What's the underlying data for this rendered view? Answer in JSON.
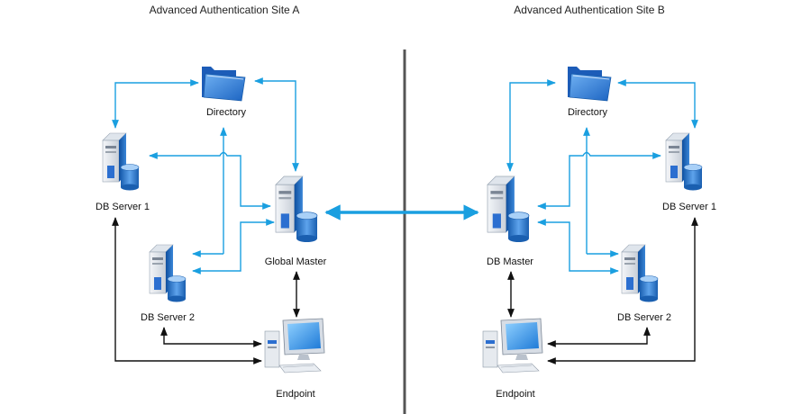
{
  "sites": [
    {
      "title": "Advanced Authentication Site A",
      "labels": {
        "directory": "Directory",
        "db_server_1": "DB Server 1",
        "db_server_2": "DB Server 2",
        "master": "Global Master",
        "endpoint": "Endpoint"
      }
    },
    {
      "title": "Advanced Authentication Site B",
      "labels": {
        "directory": "Directory",
        "db_server_1": "DB Server 1",
        "db_server_2": "DB Server 2",
        "master": "DB Master",
        "endpoint": "Endpoint"
      }
    }
  ],
  "colors": {
    "replication_link": "#1a9fe0",
    "access_link": "#111111",
    "divider": "#555555",
    "server_body": "#2b6cc0",
    "folder": "#3d8de0"
  },
  "icons": [
    "folder-icon",
    "server-icon",
    "database-icon",
    "desktop-computer-icon"
  ]
}
